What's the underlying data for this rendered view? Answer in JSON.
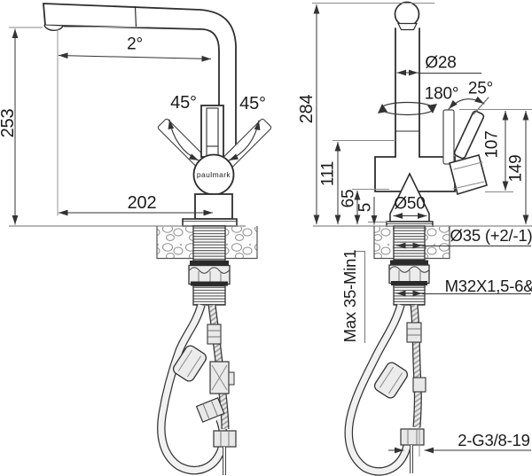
{
  "drawing_title": "faucet installation dimensions",
  "brand": "paulmark",
  "front_view": {
    "height": "253",
    "spout_angle": "2°",
    "handle_swing_left": "45°",
    "handle_swing_right": "45°",
    "reach": "202"
  },
  "side_view": {
    "height": "284",
    "spout_diameter": "Ø28",
    "swivel_angle": "180°",
    "lever_angle": "25°",
    "lever_length": "107",
    "lever_height": "149",
    "spout_clearance": "111",
    "body_height": "65",
    "base_plate_height": "5",
    "base_diameter": "Ø50",
    "hole_diameter": "Ø35 (+2/-1)",
    "deck_thickness_range": "Max 35-Min1",
    "mounting_thread": "M32X1,5-6&",
    "hose_connection": "2-G3/8-19"
  }
}
